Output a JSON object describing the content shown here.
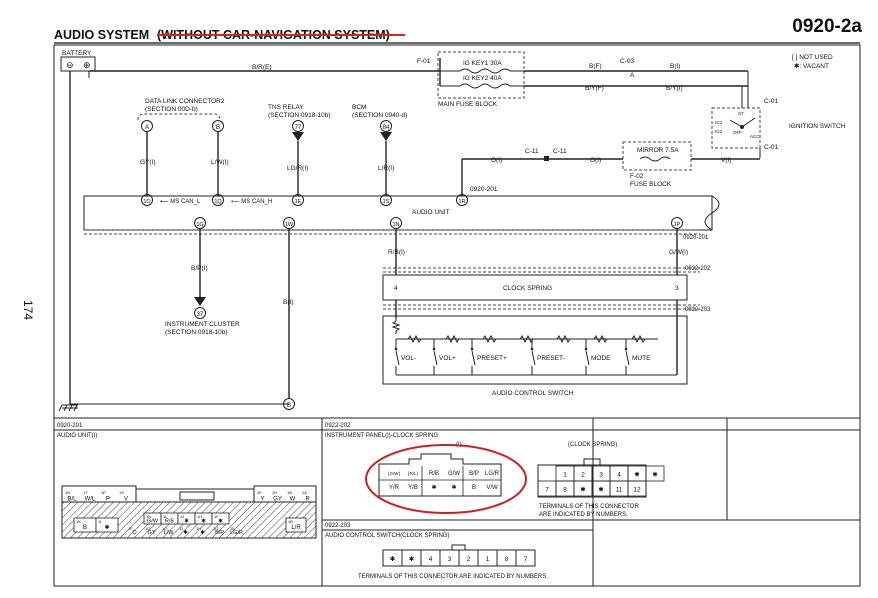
{
  "header": {
    "title_main": "AUDIO SYSTEM",
    "title_struck": "(WITHOUT CAR-NAVIGATION SYSTEM)",
    "page_code": "0920-2a",
    "page_number": "174",
    "legend_not_used": "[ ] NOT USED",
    "legend_vacant": "✱: VACANT",
    "strike_color": "#e02020"
  },
  "components": {
    "battery": "BATTERY",
    "main_fuse_block": "MAIN FUSE BLOCK",
    "ig_key1": "IG KEY1 30A",
    "ig_key2": "IG KEY2 40A",
    "ignition_switch": "IGNITION SWITCH",
    "mirror_fuse": "MIRROR 7.5A",
    "fuse_block_id": "F-02",
    "fuse_block": "FUSE BLOCK",
    "data_link_connector": "DATA LINK CONNECTOR2",
    "data_link_section": "(SECTION 00D-b)",
    "tns_relay": "TNS RELAY",
    "tns_section": "(SECTION 0918-10b)",
    "bcm": "BCM",
    "bcm_section": "(SECTION 0940-d)",
    "audio_unit": "AUDIO UNIT",
    "clock_spring": "CLOCK SPRING",
    "audio_control_switch": "AUDIO CONTROL SWITCH",
    "instrument_cluster": "INSTRUMENT CLUSTER",
    "instrument_section": "(SECTION 0918-10b)",
    "ms_can_l": "MS CAN_L",
    "ms_can_h": "MS CAN_H"
  },
  "connectors": {
    "f01": "F-01",
    "c03": "C-03",
    "c03_pin": "A",
    "c01a": "C-01",
    "c01b": "C-01",
    "c11a": "C-11",
    "c11b": "C-11",
    "c0920_201": "0920-201",
    "c0920_201b": "0920-201",
    "c0922_202": "0922-202",
    "c0922_203": "0922-203"
  },
  "pins": {
    "dlc_a": "A",
    "dlc_b": "B",
    "tns": "77",
    "bcm": "84",
    "p1o": "1O",
    "p1q": "1Q",
    "p1e": "1E",
    "p1s": "1S",
    "p1r": "1R",
    "p1g": "1G",
    "p1w": "1W",
    "p1n": "1N",
    "p1p": "1P",
    "ic37": "37",
    "ground_b": "B",
    "cs4": "4",
    "cs3": "3"
  },
  "wires": {
    "br_e": "B/R(E)",
    "b_f": "B(F)",
    "b_i": "B(I)",
    "by_f": "B/Y(F)",
    "by_i": "B/Y(I)",
    "gy_i": "GY(I)",
    "lw_i": "L/W(I)",
    "lgr_i": "LG/R(I)",
    "lr_i": "L/R(I)",
    "o_i1": "O(I)",
    "o_i2": "O(I)",
    "v_i": "V(I)",
    "bp_i": "B/P(I)",
    "b_i2": "B(I)",
    "rb_i": "R/B(I)",
    "gw_i": "G/W(I)"
  },
  "ign_labels": [
    "IG1",
    "IG2",
    "ST",
    "OFF",
    "ACC"
  ],
  "switches": [
    "VOL-",
    "VOL+",
    "PRESET+",
    "PRESET-",
    "MODE",
    "MUTE"
  ],
  "bottom": {
    "panel1_id": "0920-201",
    "panel1_title": "AUDIO UNIT(I)",
    "audio_top": [
      {
        "num": "1R",
        "wire": "B/L"
      },
      {
        "num": "1T",
        "wire": "W/L"
      },
      {
        "num": "1P",
        "wire": "P"
      },
      {
        "num": "1S",
        "wire": "V"
      },
      {
        "num": "1F",
        "wire": "Y"
      },
      {
        "num": "1H",
        "wire": "GY"
      },
      {
        "num": "1B",
        "wire": "W"
      },
      {
        "num": "1A",
        "wire": "R"
      }
    ],
    "audio_bottom": [
      {
        "num": "1K",
        "wire": "B"
      },
      {
        "num": "1I",
        "wire": "✱"
      },
      {
        "num": "1F",
        "wire": "O"
      },
      {
        "num": "1Q",
        "wire": "GY"
      },
      {
        "num": "1O",
        "wire": "L/W"
      },
      {
        "num": "1J",
        "wire": "✱"
      },
      {
        "num": "1H",
        "wire": "✱"
      },
      {
        "num": "1G",
        "wire": "B/P"
      },
      {
        "num": "1E",
        "wire": "LG/R"
      },
      {
        "num": "1B",
        "wire": "L/R"
      }
    ],
    "audio_mid": [
      {
        "num": "1N",
        "wire": "G/W"
      },
      {
        "num": "1L",
        "wire": "R/B"
      },
      {
        "num": "1J",
        "wire": "✱"
      },
      {
        "num": "1H",
        "wire": "✱"
      },
      {
        "num": "1F",
        "wire": "✱"
      }
    ],
    "panel2_id": "0922-202",
    "panel2_title": "INSTRUMENT PANEL(I)-CLOCK SPRING",
    "panel2_conn_label": "(I)",
    "ip_cells_top": [
      "[G/W]",
      "[R/L]",
      "R/B",
      "G/W",
      "B/P",
      "LG/R"
    ],
    "ip_cells_bottom": [
      "Y/R",
      "Y/B",
      "✱",
      "✱",
      "B",
      "V/W"
    ],
    "panel3_title": "(CLOCK SPRING)",
    "cs_top": [
      "1",
      "2",
      "3",
      "4",
      "✱",
      "✱"
    ],
    "cs_bottom": [
      "7",
      "8",
      "✱",
      "✱",
      "11",
      "12"
    ],
    "cs_note1": "TERMINALS OF THIS CONNECTOR",
    "cs_note2": "ARE INDICATED BY NUMBERS.",
    "panel4_id": "0922-203",
    "panel4_title": "AUDIO CONTROL SWITCH(CLOCK SPRING)",
    "acs_cells": [
      "✱",
      "✱",
      "4",
      "3",
      "2",
      "1",
      "8",
      "7"
    ],
    "acs_note": "TERMINALS OF THIS CONNECTOR ARE INDICATED BY NUMBERS.",
    "highlight_color": "#cc2020"
  }
}
